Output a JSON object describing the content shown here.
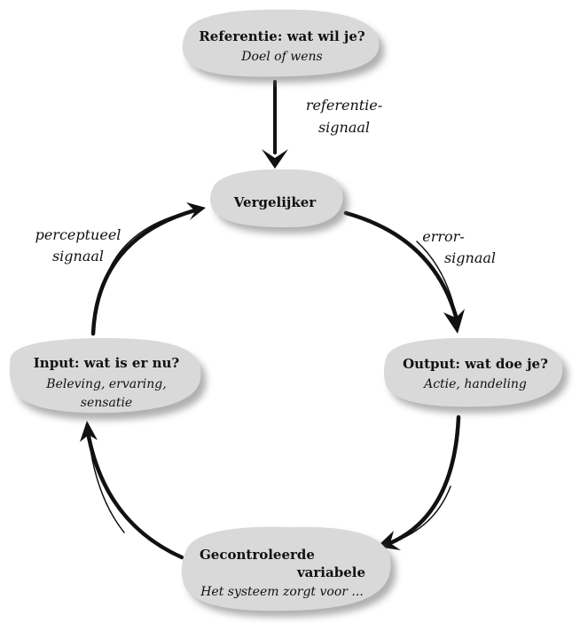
{
  "nodes": {
    "referentie": {
      "title": "Referentie: wat wil je?",
      "subtitle": "Doel of wens"
    },
    "vergelijker": {
      "title": "Vergelijker"
    },
    "output": {
      "title": "Output: wat doe je?",
      "subtitle": "Actie, handeling"
    },
    "gecontroleerde": {
      "title_line1": "Gecontroleerde",
      "title_line2": "variabele",
      "subtitle": "Het systeem zorgt voor ..."
    },
    "input": {
      "title": "Input: wat is er nu?",
      "subtitle_line1": "Beleving, ervaring,",
      "subtitle_line2": "sensatie"
    }
  },
  "edge_labels": {
    "referentie_line1": "referentie-",
    "referentie_line2": "signaal",
    "error_line1": "error-",
    "error_line2": "signaal",
    "perceptueel_line1": "perceptueel",
    "perceptueel_line2": "signaal"
  },
  "colors": {
    "node_fill": "#d9d9d9",
    "arrow": "#111111",
    "shadow": "#6e6e6e"
  }
}
